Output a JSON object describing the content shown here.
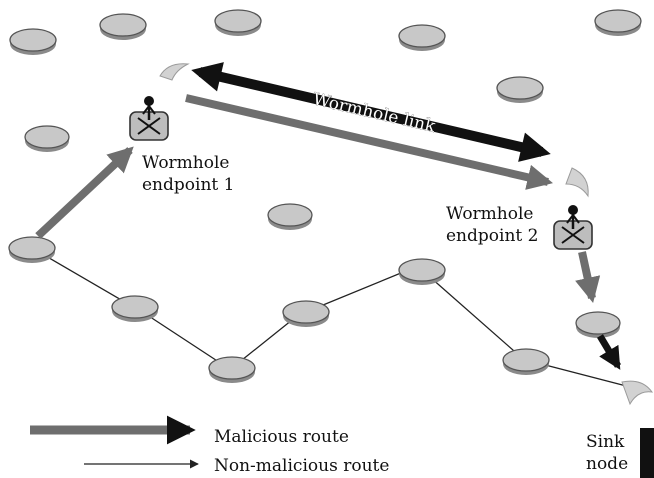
{
  "labels": {
    "wormhole_link": "Wormhole link",
    "endpoint1_line1": "Wormhole",
    "endpoint1_line2": "endpoint 1",
    "endpoint2_line1": "Wormhole",
    "endpoint2_line2": "endpoint 2",
    "sink_line1": "Sink",
    "sink_line2": "node"
  },
  "legend": {
    "malicious": "Malicious route",
    "non_malicious": "Non-malicious route"
  },
  "colors": {
    "node_fill": "#c4c4c4",
    "node_top": "#d6d6d6",
    "node_stroke": "#555555",
    "malicious_arrow": "#6e6e6e",
    "wormhole_link": "#111111",
    "thin_arrow": "#222222",
    "endpoint_box": "#bdbdbd"
  }
}
